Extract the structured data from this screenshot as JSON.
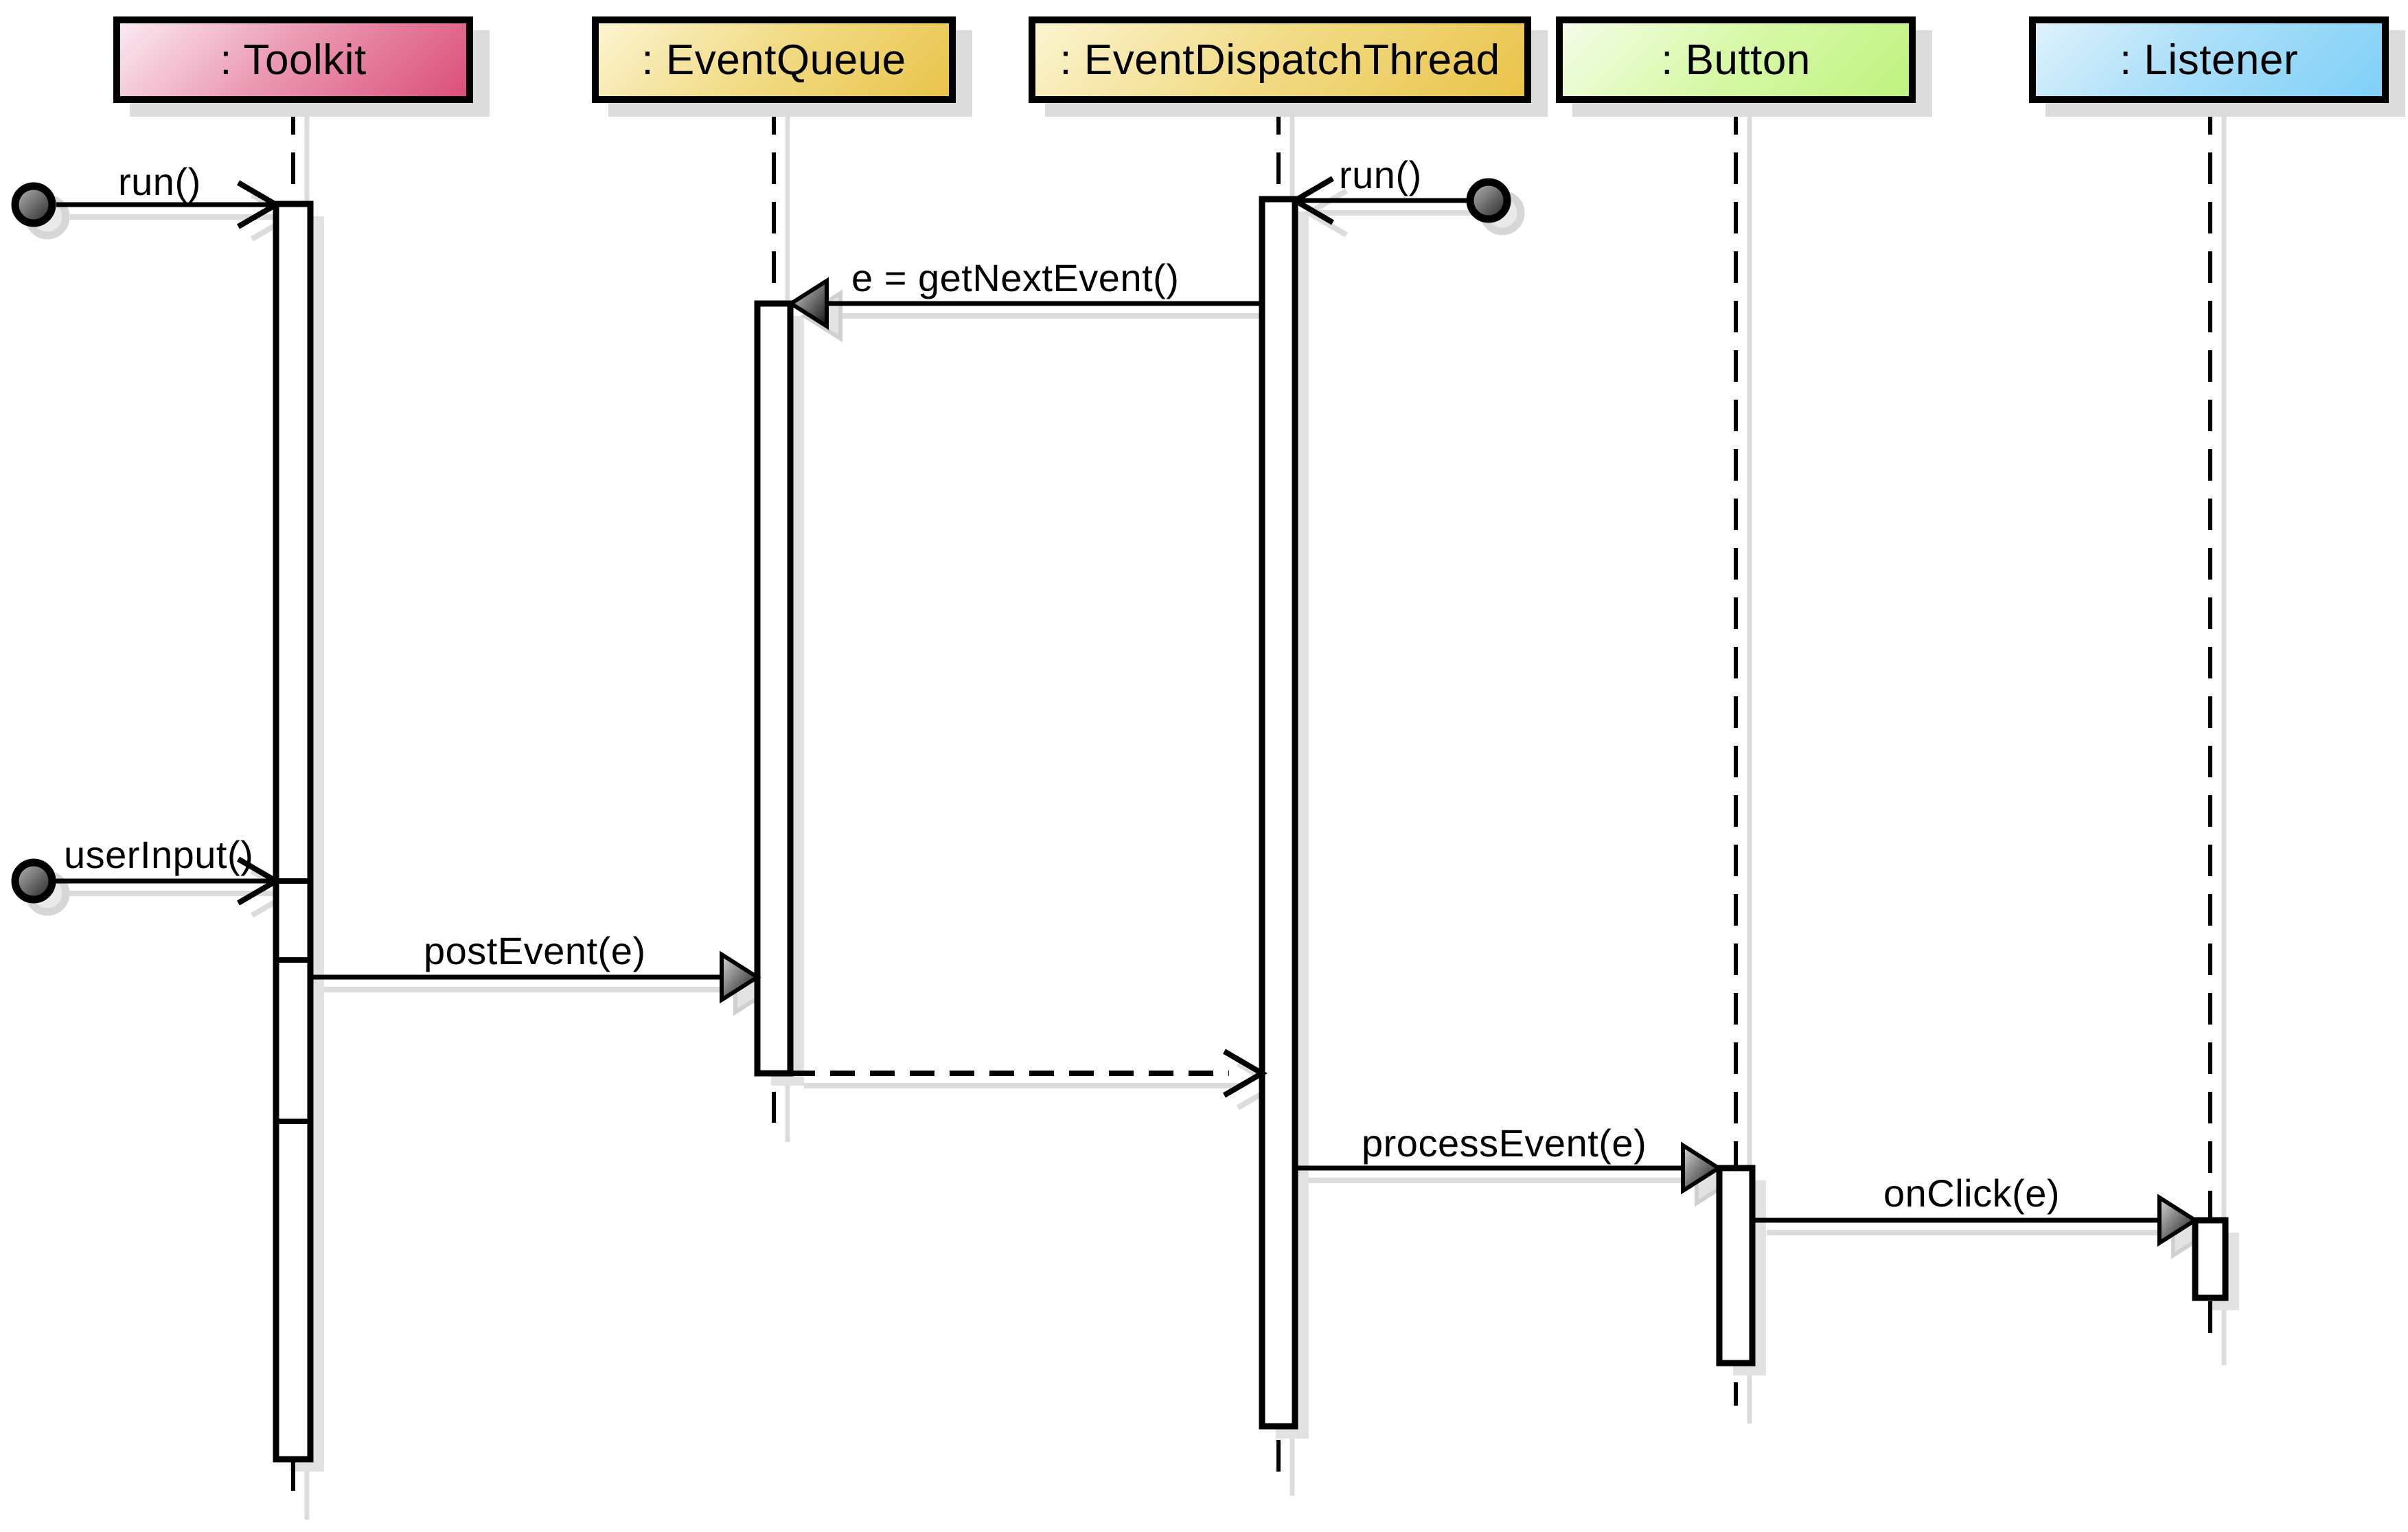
{
  "diagram": {
    "kind": "uml-sequence-diagram",
    "subject": "Swing event dispatching"
  },
  "actors": [
    {
      "id": "toolkit",
      "label": ": Toolkit",
      "color_start": "#fbeaf3",
      "color_end": "#db4f7b"
    },
    {
      "id": "event-queue",
      "label": ": EventQueue",
      "color_start": "#fbf4d0",
      "color_end": "#e9c44a"
    },
    {
      "id": "event-dispatch-thread",
      "label": ": EventDispatchThread",
      "color_start": "#fbf4d0",
      "color_end": "#e9c44a"
    },
    {
      "id": "button",
      "label": ": Button",
      "color_start": "#f4fde8",
      "color_end": "#bff37f"
    },
    {
      "id": "listener",
      "label": ": Listener",
      "color_start": "#dff2fc",
      "color_end": "#7fd0f7"
    }
  ],
  "messages": [
    {
      "id": "run-toolkit",
      "label": "run()",
      "kind": "found",
      "from": "environment",
      "to": "toolkit"
    },
    {
      "id": "run-edt",
      "label": "run()",
      "kind": "found",
      "from": "environment",
      "to": "event-dispatch-thread"
    },
    {
      "id": "get-next-event",
      "label": "e = getNextEvent()",
      "kind": "sync",
      "from": "event-dispatch-thread",
      "to": "event-queue"
    },
    {
      "id": "user-input",
      "label": "userInput()",
      "kind": "found",
      "from": "environment",
      "to": "toolkit"
    },
    {
      "id": "post-event",
      "label": "postEvent(e)",
      "kind": "sync",
      "from": "toolkit",
      "to": "event-queue"
    },
    {
      "id": "return-event",
      "label": "",
      "kind": "return",
      "from": "event-queue",
      "to": "event-dispatch-thread"
    },
    {
      "id": "process-event",
      "label": "processEvent(e)",
      "kind": "sync",
      "from": "event-dispatch-thread",
      "to": "button"
    },
    {
      "id": "on-click",
      "label": "onClick(e)",
      "kind": "sync",
      "from": "button",
      "to": "listener"
    }
  ],
  "colors": {
    "line": "#000000",
    "shadow": "#dcdcdc",
    "activation_fill": "#ffffff",
    "arrowhead_gradient_start": "#d9d9d9",
    "arrowhead_gradient_end": "#111111",
    "found_circle_gradient_start": "#bdbdbd",
    "found_circle_gradient_end": "#1f1f1f",
    "background": "#ffffff"
  }
}
